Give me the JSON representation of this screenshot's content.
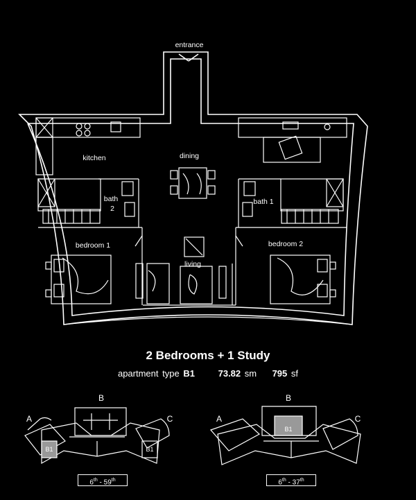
{
  "plan": {
    "entrance": "entrance",
    "kitchen": "kitchen",
    "dining": "dining",
    "living": "living",
    "bath1": "bath 1",
    "bath2_line1": "bath",
    "bath2_line2": "2",
    "bedroom1": "bedroom 1",
    "bedroom2": "bedroom 2"
  },
  "info": {
    "title": "2 Bedrooms + 1 Study",
    "type_prefix": "apartment  type",
    "type_code": "B1",
    "area_sm_value": "73.82",
    "area_sm_unit": "sm",
    "area_sf_value": "795",
    "area_sf_unit": "sf"
  },
  "keyplans": [
    {
      "labels": {
        "a": "A",
        "b": "B",
        "c": "C"
      },
      "highlight_unit": "B1",
      "floor_start": "6",
      "floor_start_sup": "th",
      "floor_end": "59",
      "floor_end_sup": "th"
    },
    {
      "labels": {
        "a": "A",
        "b": "B",
        "c": "C"
      },
      "highlight_unit": "B1",
      "floor_start": "6",
      "floor_start_sup": "th",
      "floor_end": "37",
      "floor_end_sup": "th"
    }
  ]
}
